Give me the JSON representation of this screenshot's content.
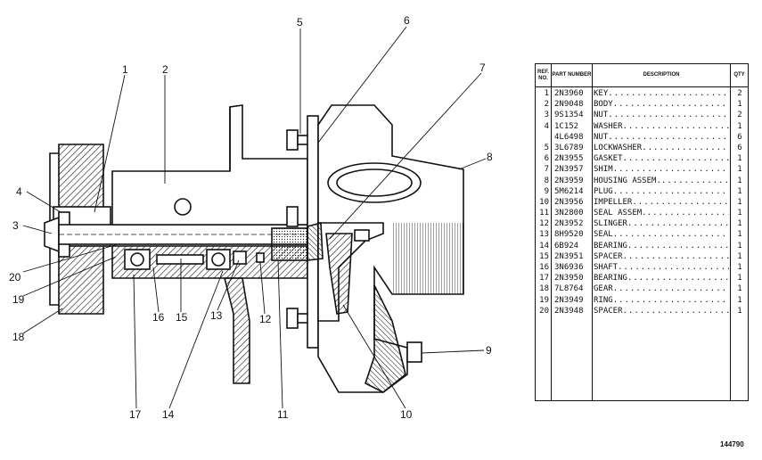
{
  "callouts": [
    "1",
    "2",
    "3",
    "4",
    "5",
    "6",
    "7",
    "8",
    "9",
    "10",
    "11",
    "12",
    "13",
    "14",
    "15",
    "16",
    "17",
    "18",
    "19",
    "20"
  ],
  "table": {
    "headers": {
      "ref": "REF. NO.",
      "part": "PART NUMBER",
      "desc": "DESCRIPTION",
      "qty": "QTY"
    },
    "rows": [
      {
        "ref": "1",
        "part": "2N3960",
        "desc": "KEY",
        "qty": "2"
      },
      {
        "ref": "2",
        "part": "2N9048",
        "desc": "BODY",
        "qty": "1"
      },
      {
        "ref": "3",
        "part": "9S1354",
        "desc": "NUT",
        "qty": "2"
      },
      {
        "ref": "4",
        "part": "1C152",
        "desc": "WASHER",
        "qty": "1"
      },
      {
        "ref": "",
        "part": "4L6498",
        "desc": "NUT",
        "qty": "6"
      },
      {
        "ref": "5",
        "part": "3L6789",
        "desc": "LOCKWASHER",
        "qty": "6"
      },
      {
        "ref": "6",
        "part": "2N3955",
        "desc": "GASKET",
        "qty": "1"
      },
      {
        "ref": "7",
        "part": "2N3957",
        "desc": "SHIM",
        "qty": "1"
      },
      {
        "ref": "8",
        "part": "2N3959",
        "desc": "HOUSING ASSEM.",
        "qty": "1"
      },
      {
        "ref": "9",
        "part": "5M6214",
        "desc": "  PLUG",
        "qty": "1"
      },
      {
        "ref": "10",
        "part": "2N3956",
        "desc": "IMPELLER",
        "qty": "1"
      },
      {
        "ref": "11",
        "part": "3N2800",
        "desc": "SEAL ASSEM.",
        "qty": "1"
      },
      {
        "ref": "12",
        "part": "2N3952",
        "desc": "SLINGER",
        "qty": "1"
      },
      {
        "ref": "13",
        "part": "8H9520",
        "desc": "SEAL",
        "qty": "1"
      },
      {
        "ref": "14",
        "part": "6B924",
        "desc": "BEARING",
        "qty": "1"
      },
      {
        "ref": "15",
        "part": "2N3951",
        "desc": "SPACER",
        "qty": "1"
      },
      {
        "ref": "16",
        "part": "3N6936",
        "desc": "SHAFT",
        "qty": "1"
      },
      {
        "ref": "17",
        "part": "2N3950",
        "desc": "BEARING",
        "qty": "1"
      },
      {
        "ref": "18",
        "part": "7L8764",
        "desc": "GEAR",
        "qty": "1"
      },
      {
        "ref": "19",
        "part": "2N3949",
        "desc": "RING",
        "qty": "1"
      },
      {
        "ref": "20",
        "part": "2N3948",
        "desc": "SPACER",
        "qty": "1"
      }
    ]
  },
  "figure_number": "144790"
}
